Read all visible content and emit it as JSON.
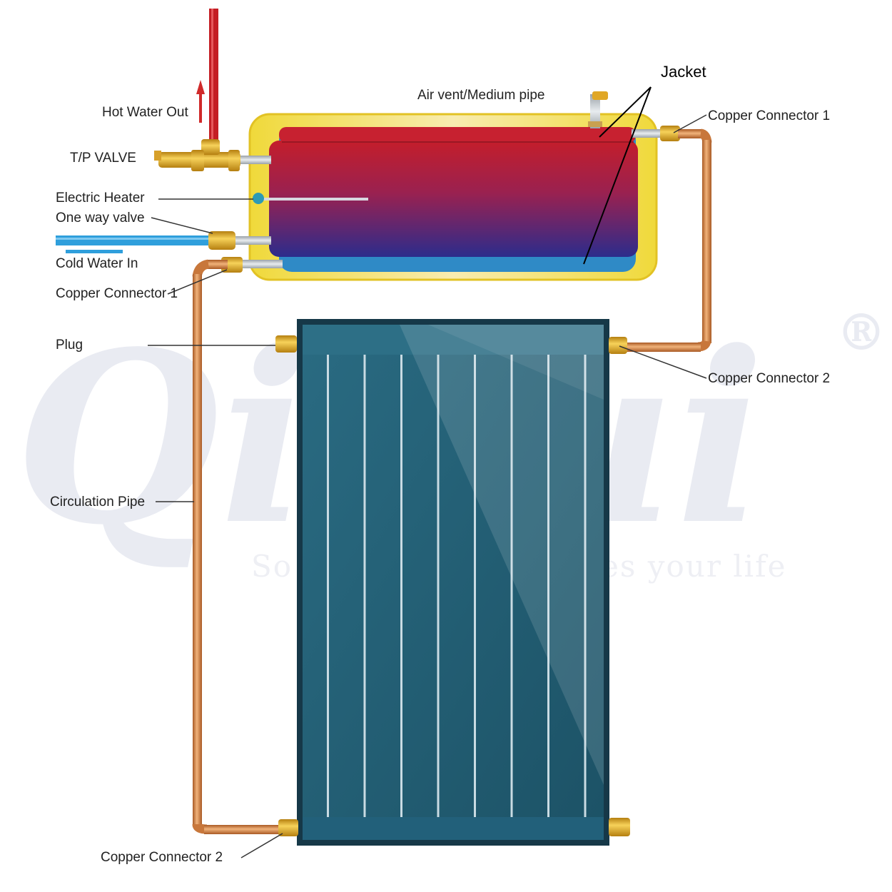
{
  "watermark": {
    "brand": "QiRui",
    "tagline_left": "So",
    "tagline_right": "es your life",
    "registered": "®"
  },
  "labels": {
    "hot_water_out": "Hot Water Out",
    "tp_valve": "T/P VALVE",
    "electric_heater": "Electric Heater",
    "one_way_valve": "One way valve",
    "cold_water_in": "Cold Water In",
    "copper_connector_1_left": "Copper Connector 1",
    "plug": "Plug",
    "circulation_pipe": "Circulation Pipe",
    "copper_connector_2_bottom": "Copper Connector 2",
    "air_vent": "Air vent/Medium pipe",
    "jacket": "Jacket",
    "copper_connector_1_right": "Copper Connector 1",
    "copper_connector_2_right": "Copper Connector 2"
  },
  "colors": {
    "hot_pipe": "#c41e24",
    "cold_pipe": "#2f9fdc",
    "copper": "#c8773b",
    "brass": "#e0a726",
    "tank_shell": "#f2de3c",
    "panel_frame": "#163848",
    "panel_glass": "#1f5a70",
    "tank_top": "#c41e2b",
    "tank_bottom": "#2c2c8c"
  },
  "collector": {
    "riser_count": 8
  }
}
